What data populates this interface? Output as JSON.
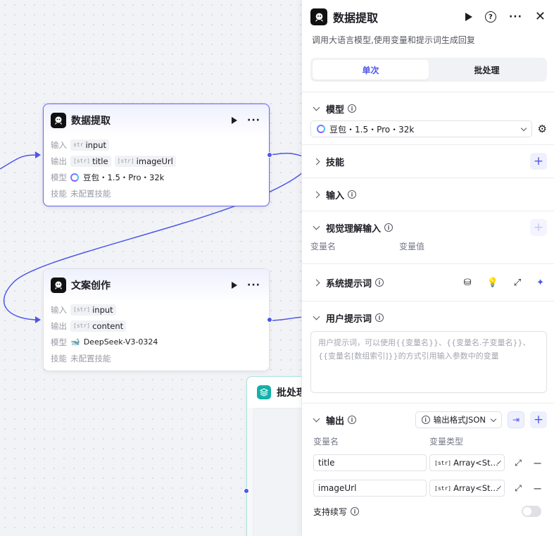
{
  "canvas": {
    "node_extract": {
      "title": "数据提取",
      "input_key": "输入",
      "input_tag_type": "str",
      "input_tag": "input",
      "output_key": "输出",
      "output_tags": [
        {
          "type": "[str]",
          "name": "title"
        },
        {
          "type": "[str]",
          "name": "imageUrl"
        }
      ],
      "model_key": "模型",
      "model": "豆包・1.5・Pro・32k",
      "skill_key": "技能",
      "skill": "未配置技能"
    },
    "node_copy": {
      "title": "文案创作",
      "input_key": "输入",
      "input_tag_type": "[str]",
      "input_tag": "input",
      "output_key": "输出",
      "output_tag_type": "[str]",
      "output_tag": "content",
      "model_key": "模型",
      "model": "DeepSeek-V3-0324",
      "skill_key": "技能",
      "skill": "未配置技能"
    },
    "node_batch": {
      "title": "批处理"
    },
    "colors": {
      "accent": "#4e57e6",
      "edge": "#4e57e6"
    }
  },
  "panel": {
    "title": "数据提取",
    "description": "调用大语言模型,使用变量和提示词生成回复",
    "tabs": [
      {
        "label": "单次",
        "active": true
      },
      {
        "label": "批处理",
        "active": false
      }
    ],
    "model": {
      "label": "模型",
      "value": "豆包・1.5・Pro・32k"
    },
    "skills": {
      "label": "技能"
    },
    "input": {
      "label": "输入"
    },
    "vision": {
      "label": "视觉理解输入",
      "col_name": "变量名",
      "col_value": "变量值"
    },
    "system_prompt": {
      "label": "系统提示词"
    },
    "user_prompt": {
      "label": "用户提示词",
      "placeholder_line1": "用户提示词，可以使用{{变量名}}、{{变量名.子变量名}}、",
      "placeholder_line2": "{{变量名[数组索引]}}的方式引用输入参数中的变量"
    },
    "output": {
      "label": "输出",
      "format_label": "输出格式JSON",
      "col_name": "变量名",
      "col_type": "变量类型",
      "rows": [
        {
          "name": "title",
          "type_tag": "[str]",
          "type": "Array<St…"
        },
        {
          "name": "imageUrl",
          "type_tag": "[str]",
          "type": "Array<St…"
        }
      ],
      "continue_label": "支持续写"
    }
  }
}
